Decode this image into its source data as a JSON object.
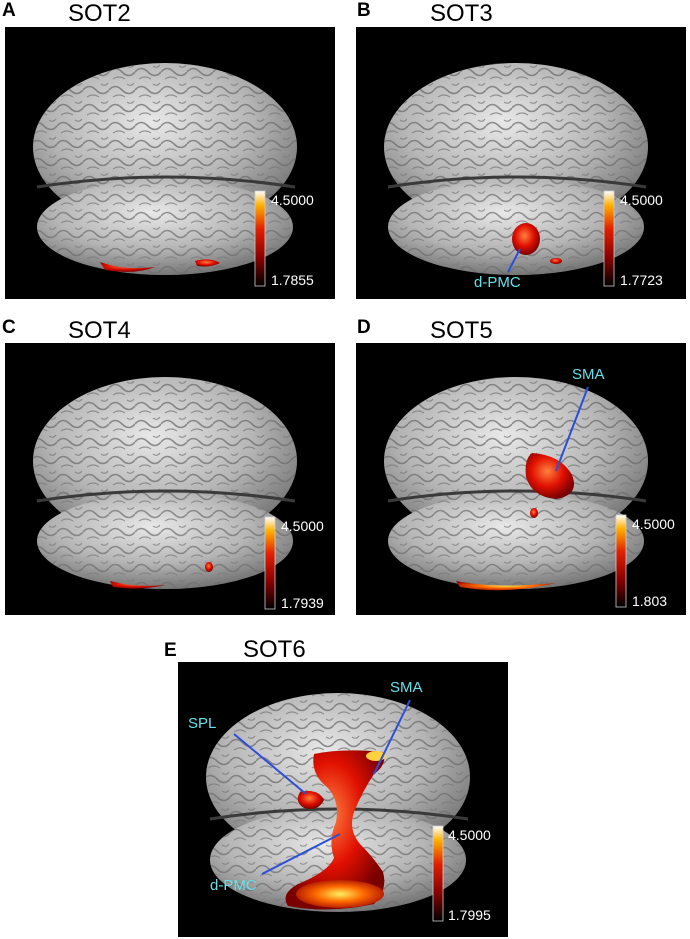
{
  "panels": [
    {
      "letter": "A",
      "title": "SOT2",
      "cb_max": "4.5000",
      "cb_min": "1.7855",
      "rois": []
    },
    {
      "letter": "B",
      "title": "SOT3",
      "cb_max": "4.5000",
      "cb_min": "1.7723",
      "rois": [
        "d-PMC"
      ]
    },
    {
      "letter": "C",
      "title": "SOT4",
      "cb_max": "4.5000",
      "cb_min": "1.7939",
      "rois": []
    },
    {
      "letter": "D",
      "title": "SOT5",
      "cb_max": "4.5000",
      "cb_min": "1.803",
      "rois": [
        "SMA"
      ]
    },
    {
      "letter": "E",
      "title": "SOT6",
      "cb_max": "4.5000",
      "cb_min": "1.7995",
      "rois": [
        "SPL",
        "SMA",
        "d-PMC"
      ]
    }
  ],
  "colors": {
    "background": "#000000",
    "brain": "#b9b9b9",
    "activation_low": "#6a0000",
    "activation_mid": "#e02000",
    "activation_high": "#fff060",
    "roi_label": "#66e0e8",
    "roi_line": "#2b4fd8"
  }
}
